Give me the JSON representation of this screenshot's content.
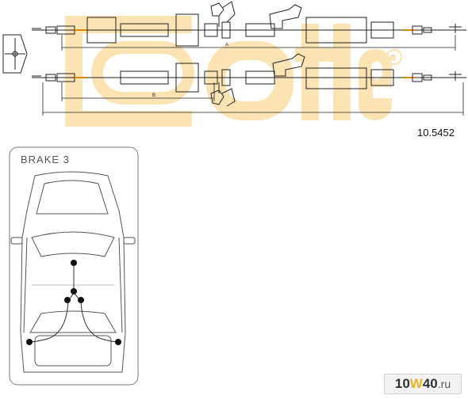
{
  "part_number": "10.5452",
  "brand_watermark": "cofle",
  "registered_mark": "®",
  "dimension_label_upper": "A",
  "dimension_label_lower": "B",
  "panel_title": "BRAKE 3",
  "site_watermark": {
    "prefix": "10",
    "w": "W",
    "mid": "40",
    "suffix": ".ru"
  },
  "colors": {
    "logo": "#fbe3b3",
    "line": "#222222",
    "cable_orange": "#d88a00"
  }
}
